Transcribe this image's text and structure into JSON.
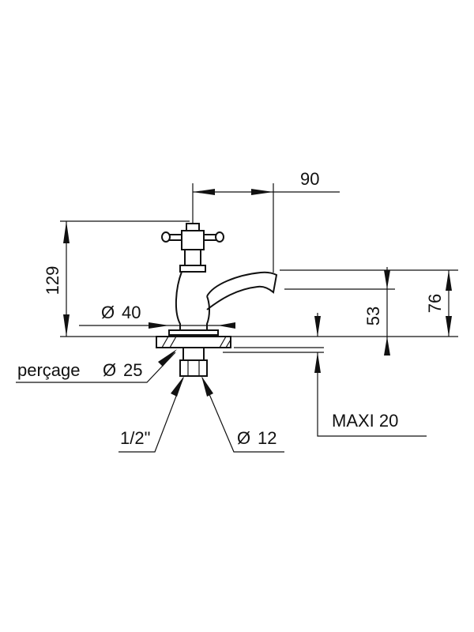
{
  "dimensions": {
    "width_90": "90",
    "height_129": "129",
    "height_53": "53",
    "height_76": "76",
    "diameter_40": "40",
    "diameter_25": "25",
    "diameter_12": "12",
    "thread": "1/2\"",
    "maxi": "MAXI 20",
    "percage": "perçage",
    "diameter_symbol": "Ø"
  },
  "colors": {
    "line": "#111111",
    "background": "#ffffff"
  }
}
